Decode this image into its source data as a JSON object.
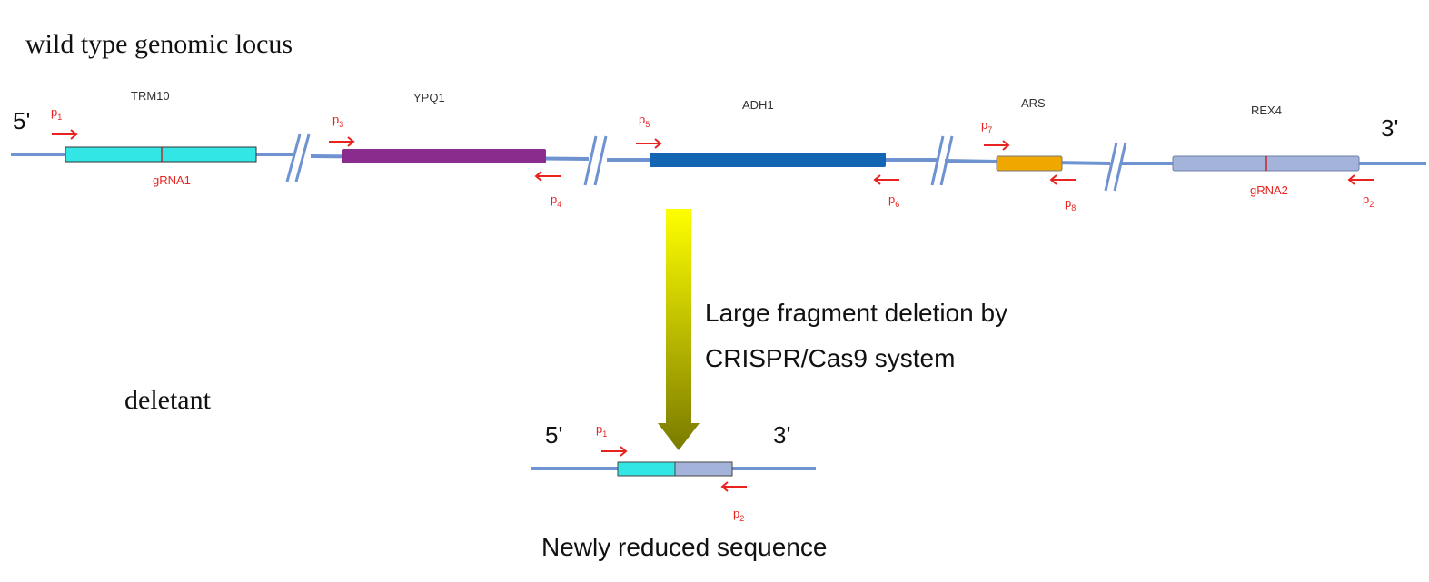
{
  "titles": {
    "wild_type": "wild type genomic locus",
    "deletant": "deletant",
    "deletion_line1": "Large fragment deletion by",
    "deletion_line2": "CRISPR/Cas9 system",
    "result": "Newly reduced sequence"
  },
  "ends": {
    "five_prime": "5'",
    "three_prime": "3'"
  },
  "genes": [
    {
      "name": "TRM10",
      "color": "#33e6e6"
    },
    {
      "name": "YPQ1",
      "color": "#8a2c8e"
    },
    {
      "name": "ADH1",
      "color": "#1565b5"
    },
    {
      "name": "ARS",
      "color": "#f0a800"
    },
    {
      "name": "REX4",
      "color": "#a3b3d9"
    }
  ],
  "guides": {
    "grna1": "gRNA1",
    "grna2": "gRNA2"
  },
  "primers": {
    "p1": {
      "base": "p",
      "sub": "1"
    },
    "p2": {
      "base": "p",
      "sub": "2"
    },
    "p3": {
      "base": "p",
      "sub": "3"
    },
    "p4": {
      "base": "p",
      "sub": "4"
    },
    "p5": {
      "base": "p",
      "sub": "5"
    },
    "p6": {
      "base": "p",
      "sub": "6"
    },
    "p7": {
      "base": "p",
      "sub": "7"
    },
    "p8": {
      "base": "p",
      "sub": "8"
    }
  },
  "colors": {
    "dna_line": "#6f93d1",
    "primer_arrow": "#e8231f",
    "grna_mark": "#d40000",
    "arrow_top": "#ffff00",
    "arrow_bottom": "#7a7a00"
  }
}
